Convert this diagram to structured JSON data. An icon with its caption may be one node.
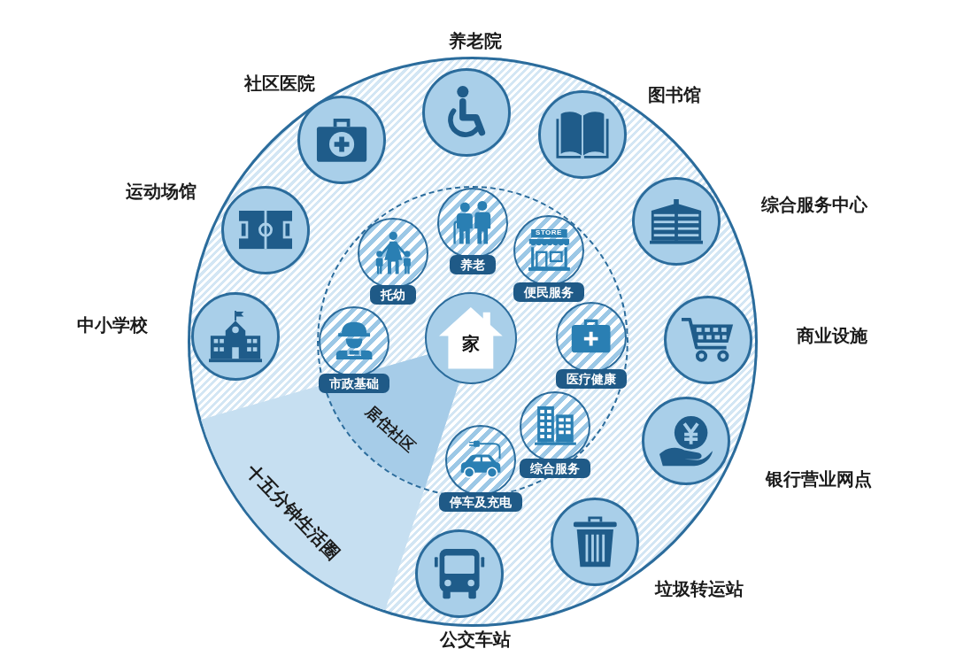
{
  "diagram": {
    "nodes": [
      {
        "text": [
          "十五分钟生活圈"
        ]
      },
      {
        "text": [
          "居住社区"
        ],
        "in": 0
      },
      {
        "text": [
          "家"
        ],
        "in": 1
      },
      {
        "text": [
          "养老"
        ],
        "in": 1
      },
      {
        "text": [
          "便民服务"
        ],
        "in": 1
      },
      {
        "text": [
          "医疗健康"
        ],
        "in": 1
      },
      {
        "text": [
          "综合服务"
        ],
        "in": 1
      },
      {
        "text": [
          "停车及充电"
        ],
        "in": 1
      },
      {
        "text": [
          "市政基础"
        ],
        "in": 1
      },
      {
        "text": [
          "托幼"
        ],
        "in": 1
      },
      {
        "text": [
          "养老院"
        ],
        "in": 0
      },
      {
        "text": [
          "图书馆"
        ],
        "in": 0
      },
      {
        "text": [
          "综合服务中心"
        ],
        "in": 0
      },
      {
        "text": [
          "商业设施"
        ],
        "in": 0
      },
      {
        "text": [
          "银行营业网点"
        ],
        "in": 0
      },
      {
        "text": [
          "垃圾转运站"
        ],
        "in": 0
      },
      {
        "text": [
          "公交车站"
        ],
        "in": 0
      },
      {
        "text": [
          "中小学校"
        ],
        "in": 0
      },
      {
        "text": [
          "运动场馆"
        ],
        "in": 0
      },
      {
        "text": [
          "社区医院"
        ],
        "in": 0
      }
    ],
    "labels": [
      "STORE"
    ]
  }
}
